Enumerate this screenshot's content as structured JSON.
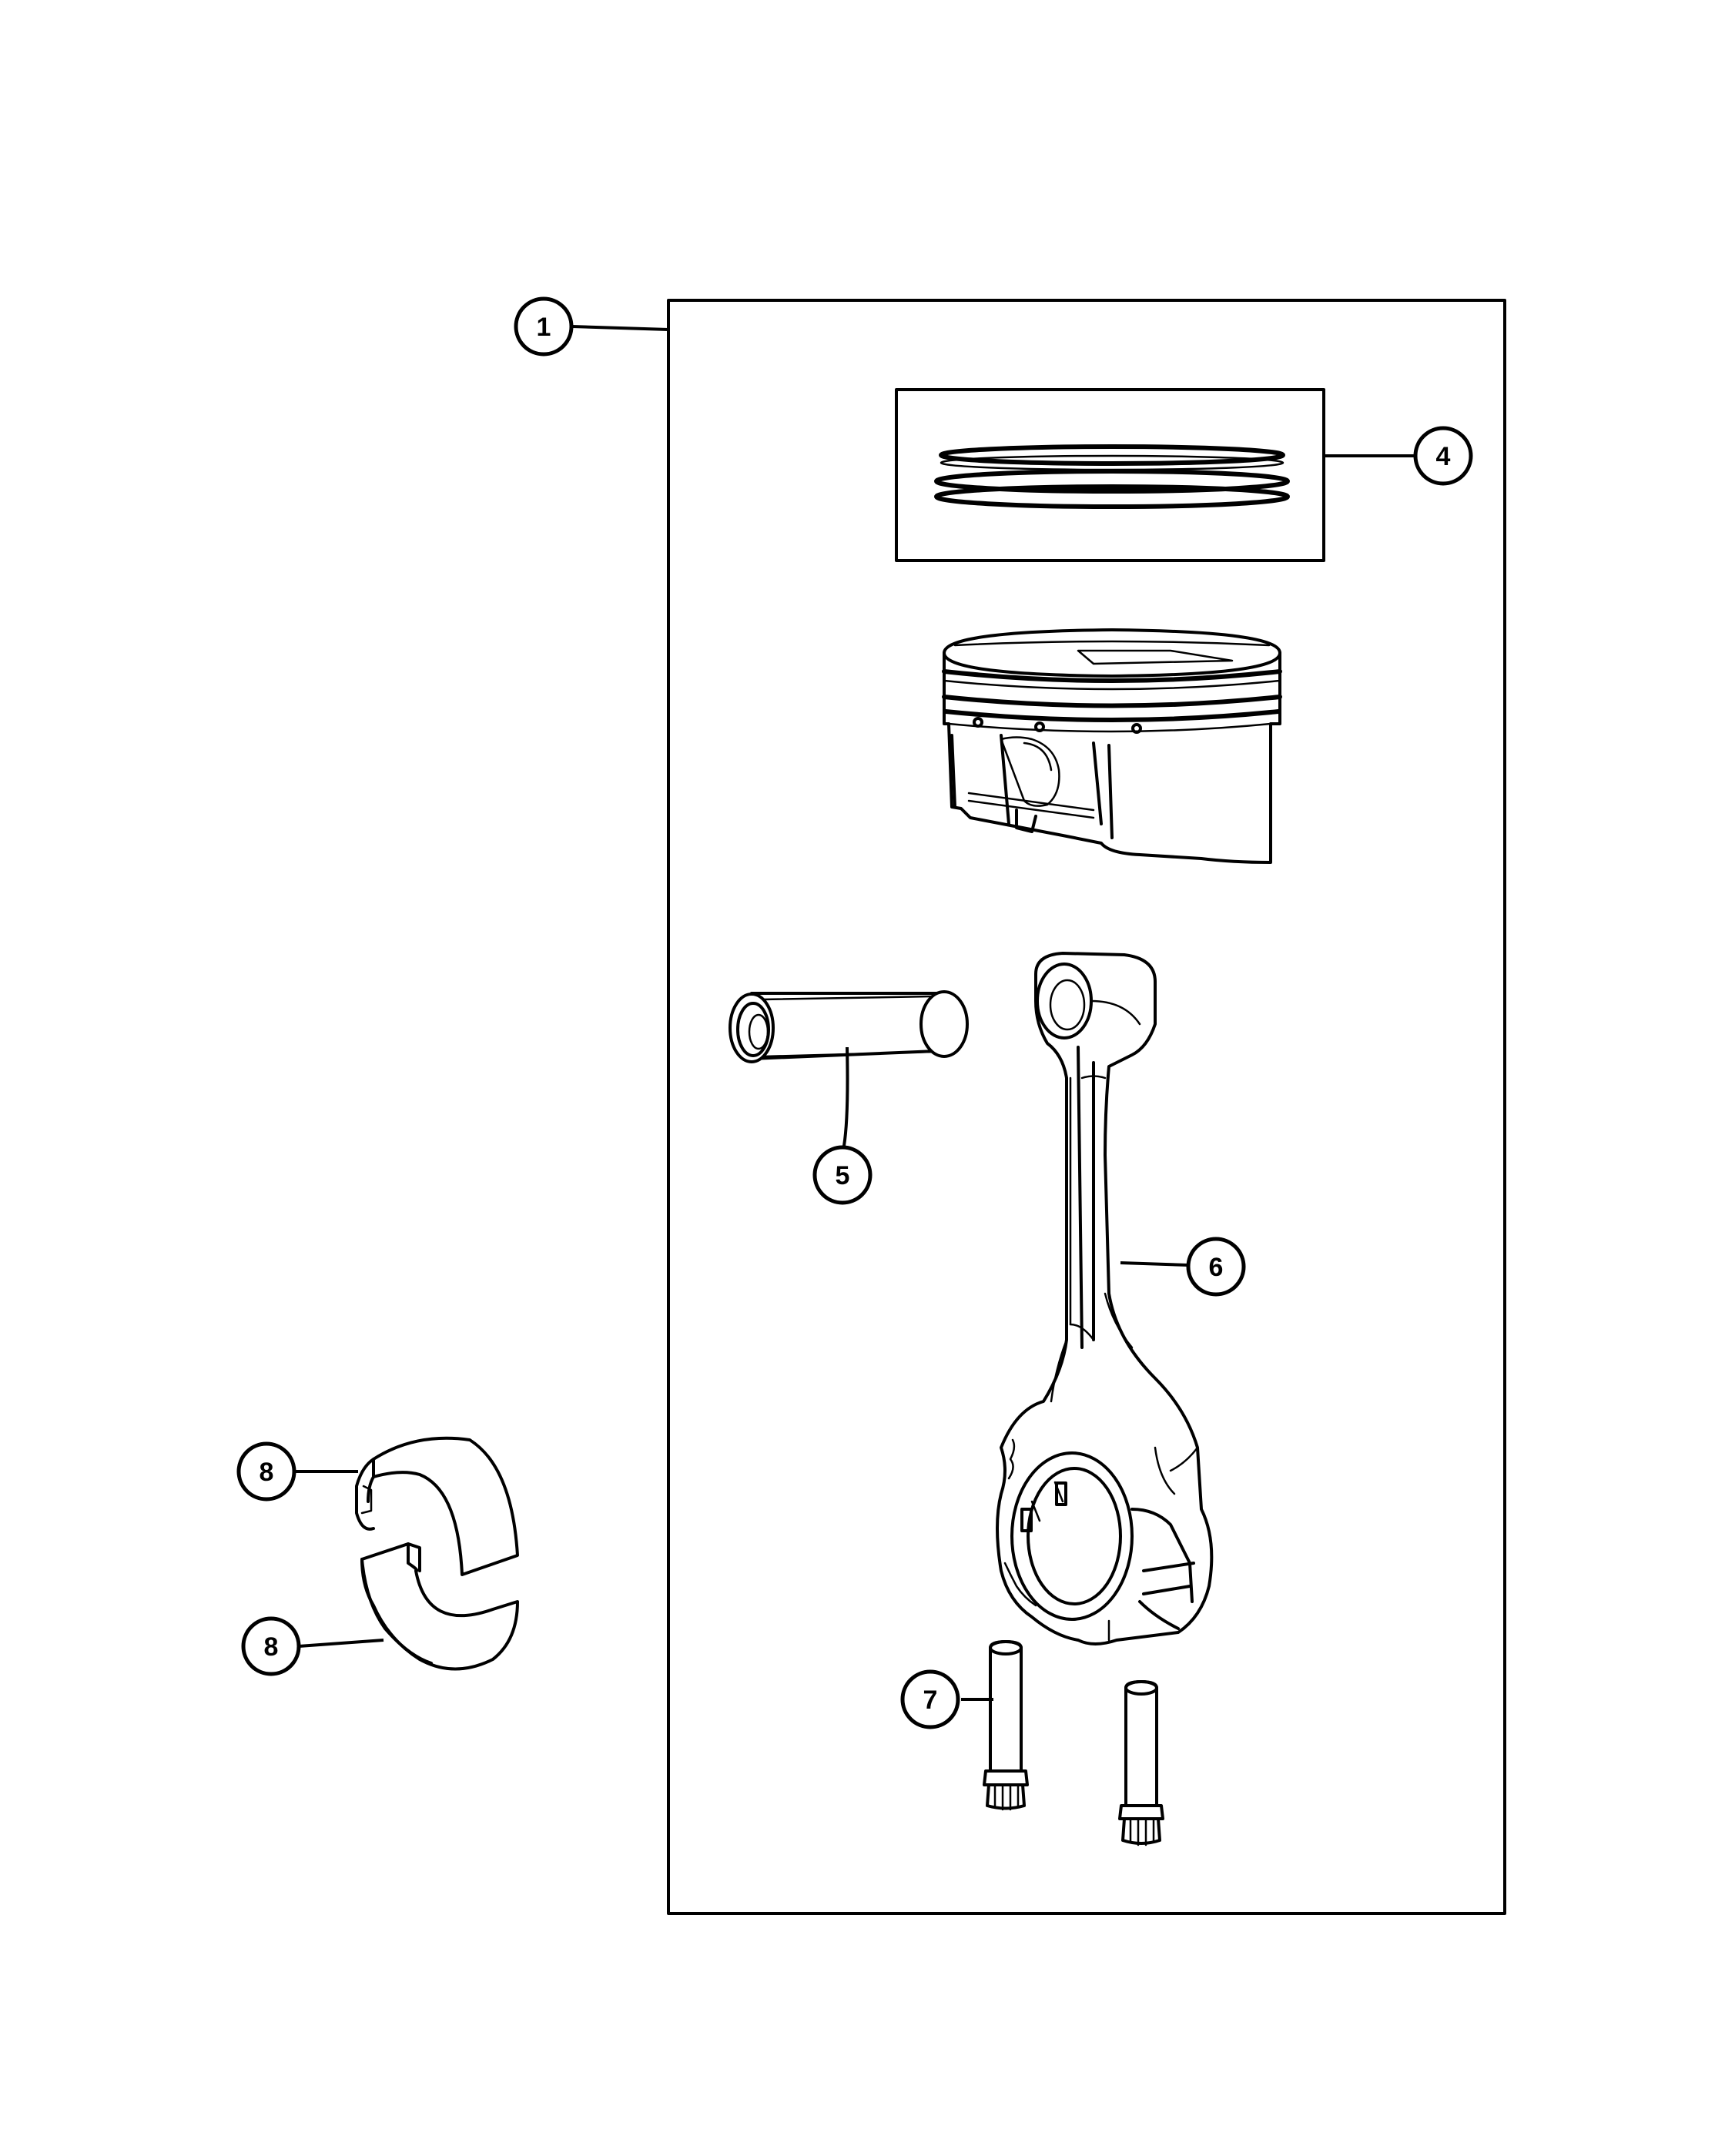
{
  "diagram": {
    "callouts": [
      {
        "id": "callout-1",
        "label": "1"
      },
      {
        "id": "callout-4",
        "label": "4"
      },
      {
        "id": "callout-5",
        "label": "5"
      },
      {
        "id": "callout-6",
        "label": "6"
      },
      {
        "id": "callout-7",
        "label": "7"
      },
      {
        "id": "callout-8a",
        "label": "8"
      },
      {
        "id": "callout-8b",
        "label": "8"
      }
    ],
    "parts": [
      {
        "name": "piston-assembly-frame",
        "callout": "1"
      },
      {
        "name": "piston-rings",
        "callout": "4"
      },
      {
        "name": "piston"
      },
      {
        "name": "piston-pin",
        "callout": "5"
      },
      {
        "name": "connecting-rod",
        "callout": "6"
      },
      {
        "name": "connecting-rod-bolts",
        "callout": "7"
      },
      {
        "name": "rod-bearing-upper",
        "callout": "8"
      },
      {
        "name": "rod-bearing-lower",
        "callout": "8"
      }
    ]
  }
}
